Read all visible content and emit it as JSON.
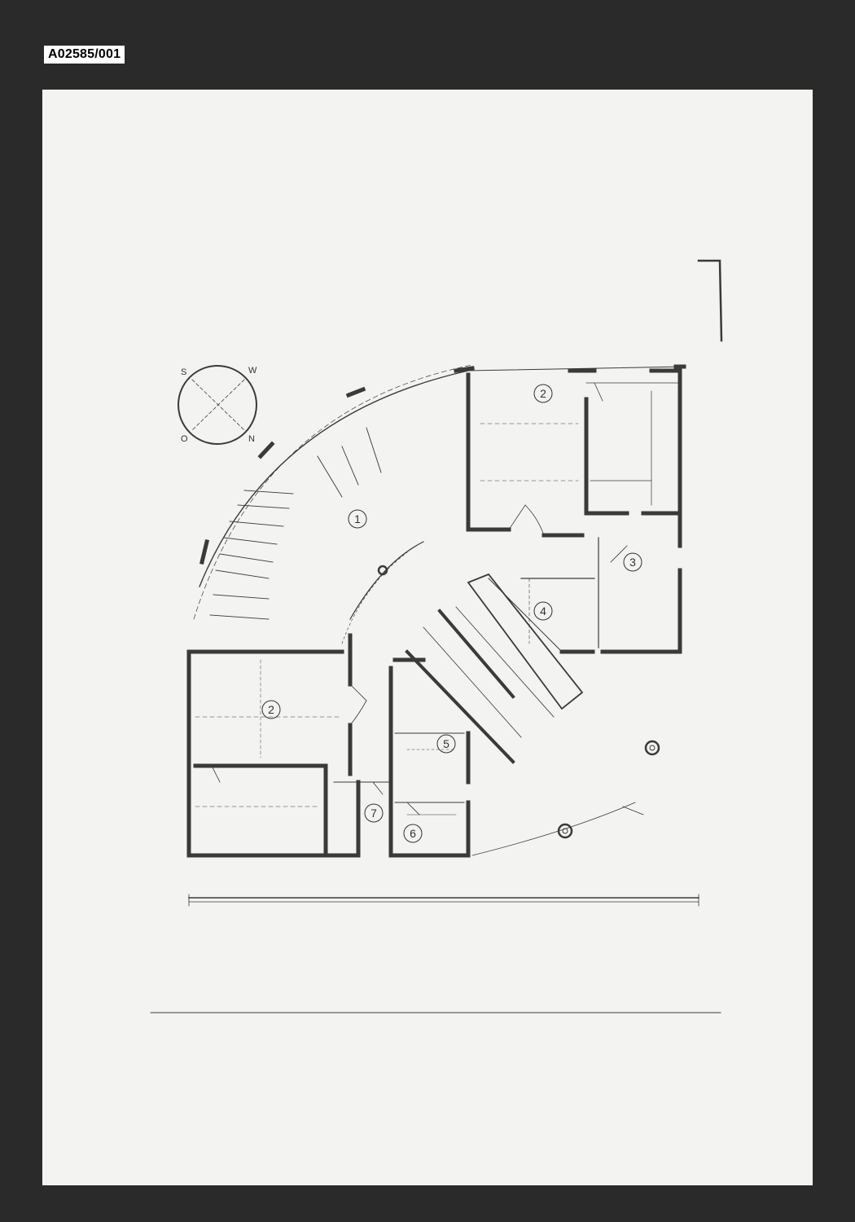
{
  "archive": {
    "reference": "A02585/001"
  },
  "compass": {
    "s": "S",
    "w": "W",
    "o": "O",
    "n": "N"
  },
  "rooms": [
    {
      "id": "r1",
      "label": "1"
    },
    {
      "id": "r2a",
      "label": "2"
    },
    {
      "id": "r2b",
      "label": "2"
    },
    {
      "id": "r3",
      "label": "3"
    },
    {
      "id": "r4",
      "label": "4"
    },
    {
      "id": "r5",
      "label": "5"
    },
    {
      "id": "r6",
      "label": "6"
    },
    {
      "id": "r7",
      "label": "7"
    }
  ],
  "colors": {
    "background": "#2a2a2a",
    "paper": "#f3f3f1",
    "ink": "#333333"
  }
}
